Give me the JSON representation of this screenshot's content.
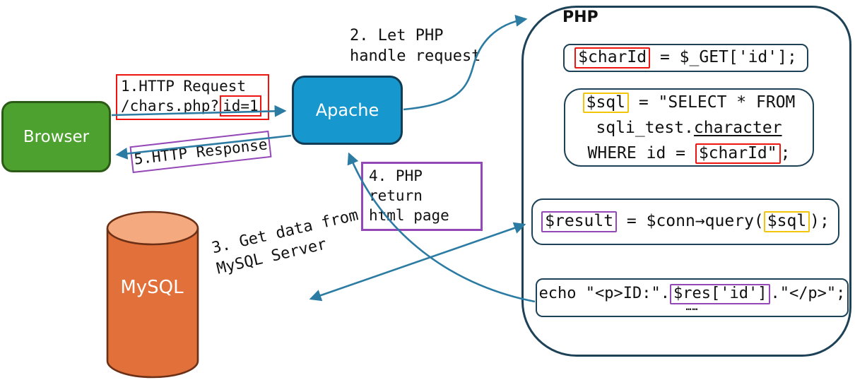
{
  "nodes": {
    "browser": "Browser",
    "apache": "Apache",
    "mysql": "MySQL",
    "php": "PHP"
  },
  "labels": {
    "step1": {
      "line1": "1.HTTP Request",
      "line2_prefix": "/chars.php?",
      "line2_highlight": "id=1"
    },
    "step2": {
      "line1": "2. Let PHP",
      "line2": "handle request"
    },
    "step3": {
      "line1": "3. Get data from",
      "line2": "MySQL Server"
    },
    "step4": {
      "line1": "4. PHP return",
      "line2": "html page"
    },
    "step5": {
      "text": "5.HTTP Response"
    }
  },
  "code": {
    "get_param": {
      "variable": "$charId",
      "rest": " = $_GET['id'];"
    },
    "sql_query": {
      "variable": "$sql",
      "line1_rest": " = \"SELECT * FROM",
      "line2_prefix": "sqli_test.",
      "line2_table": "character",
      "line3_prefix": "WHERE id = ",
      "line3_highlight": "$charId\"",
      "line3_suffix": ";"
    },
    "db_query": {
      "variable": "$result",
      "middle": " = $conn→query(",
      "argument": "$sql",
      "suffix": ");"
    },
    "echo_output": {
      "prefix": "echo \"<p>ID:\".",
      "highlight": "$res['id']",
      "suffix": ".\"</p>\";",
      "continuation": "……"
    }
  },
  "colors": {
    "highlight_red": "#ee1511",
    "highlight_yellow": "#f3c50a",
    "highlight_purple": "#9448b8",
    "arrow_teal": "#2b7ba3",
    "outline_navy": "#1d4257",
    "browser_green": "#4da22f",
    "apache_blue": "#1697ce",
    "mysql_orange": "#e2703a",
    "mysql_top": "#f4a97f"
  }
}
